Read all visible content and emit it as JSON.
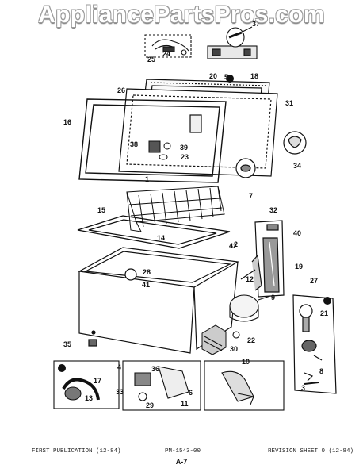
{
  "watermark": "AppliancePartsPros.com",
  "callouts": [
    "1",
    "2",
    "3",
    "4",
    "5",
    "6",
    "7",
    "8",
    "9",
    "10",
    "11",
    "12",
    "13",
    "14",
    "15",
    "16",
    "17",
    "18",
    "19",
    "20",
    "21",
    "22",
    "23",
    "24",
    "25",
    "26",
    "27",
    "28",
    "29",
    "30",
    "31",
    "32",
    "33",
    "34",
    "35",
    "36",
    "37",
    "38",
    "39",
    "40",
    "41",
    "42"
  ],
  "footer": {
    "left": "FIRST PUBLICATION (12-84)",
    "center": "PM-1543-00",
    "right": "REVISION SHEET 0 (12-84)",
    "page": "A-7"
  }
}
